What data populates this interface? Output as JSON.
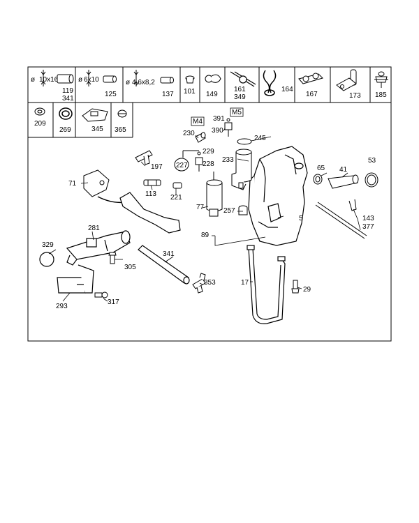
{
  "legend_row1": {
    "cell1": {
      "dim": "10x16",
      "top": "119",
      "bottom": "341"
    },
    "cell2": {
      "dim": "6x10",
      "num": "125"
    },
    "cell3": {
      "dim": "4,6x8,2",
      "num": "137"
    },
    "cell4": "101",
    "cell5": "149",
    "cell6_top": "161",
    "cell6_bottom": "349",
    "cell7": "164",
    "cell8": "167",
    "cell9": "173",
    "cell10": "185"
  },
  "legend_row2": [
    "209",
    "269",
    "345",
    "365"
  ],
  "diameter_symbol": "ø",
  "callouts": {
    "c71": "71",
    "c197": "197",
    "c113": "113",
    "c221": "221",
    "c230": "230",
    "c229": "229",
    "c227": "227",
    "c228": "228",
    "m4": "M4",
    "m5": "M5",
    "c391": "391",
    "c390": "390",
    "c245": "245",
    "c233": "233",
    "c77": "77",
    "c257": "257",
    "c65": "65",
    "c41": "41",
    "c53": "53",
    "c5": "5",
    "c89": "89",
    "c143": "143",
    "c377": "377",
    "c281": "281",
    "c329": "329",
    "c305": "305",
    "c341": "341",
    "c353": "353",
    "c17": "17",
    "c29": "29",
    "c293": "293",
    "c317": "317"
  }
}
